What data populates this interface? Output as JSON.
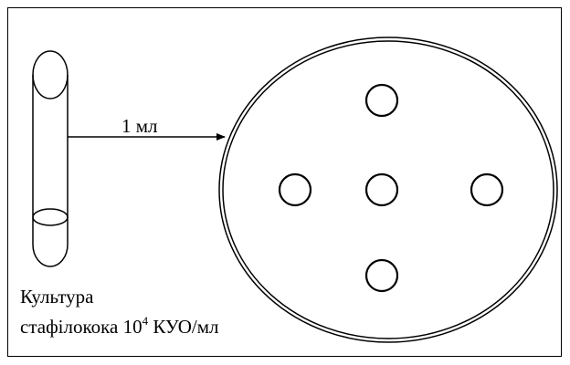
{
  "diagram": {
    "volume_label": "1 мл",
    "culture_label": {
      "line1": "Культура",
      "line2_prefix": "стафілокока 10",
      "exponent": "4",
      "line2_suffix": " КУО/мл"
    },
    "wells": [
      "top",
      "left",
      "center",
      "right",
      "bottom"
    ]
  }
}
